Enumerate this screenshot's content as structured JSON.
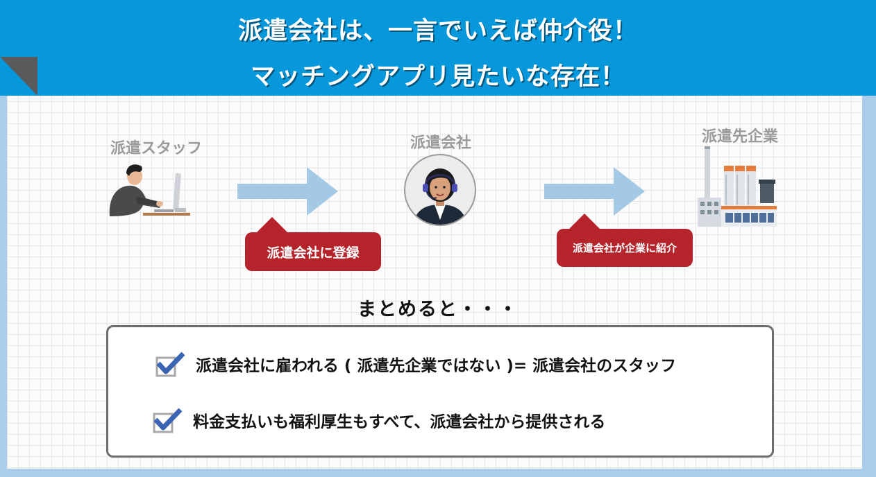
{
  "header": {
    "title_line1": "派遣会社は、一言でいえば仲介役！",
    "title_line2": "マッチングアプリ見たいな存在！"
  },
  "nodes": {
    "staff": {
      "label": "派遣スタッフ",
      "icon": "person-at-computer-icon"
    },
    "agency": {
      "label": "派遣会社",
      "icon": "operator-headset-avatar-icon"
    },
    "client": {
      "label": "派遣先企業",
      "icon": "factory-icon"
    }
  },
  "callouts": {
    "register": "派遣会社に登録",
    "introduce": "派遣会社が企業に紹介"
  },
  "summary": {
    "heading": "まとめると・・・",
    "items": [
      "派遣会社に雇われる ( 派遣先企業ではない )= 派遣会社のスタッフ",
      "料金支払いも福利厚生もすべて、派遣会社から提供される"
    ]
  },
  "colors": {
    "banner": "#0798dc",
    "frame": "#a9cdea",
    "arrow": "#a3c9e5",
    "callout": "#b5232b",
    "check": "#3b64b2"
  }
}
